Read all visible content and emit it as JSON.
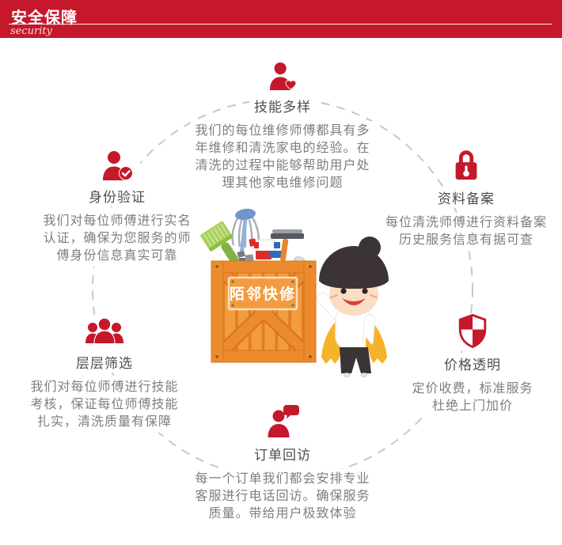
{
  "header": {
    "title": "安全保障",
    "subtitle": "security"
  },
  "features": [
    {
      "icon": "person-heart-icon",
      "title": "技能多样",
      "text": "我们的每位维修师傅都具有多\n年维修和清洗家电的经验。在\n清洗的过程中能够帮助用户处\n理其他家电维修问题"
    },
    {
      "icon": "person-check-icon",
      "title": "身份验证",
      "text": "我们对每位师傅进行实名\n认证，确保为您服务的师\n傅身份信息真实可靠"
    },
    {
      "icon": "lock-icon",
      "title": "资料备案",
      "text": "每位清洗师傅进行资料备案\n历史服务信息有据可查"
    },
    {
      "icon": "people-group-icon",
      "title": "层层筛选",
      "text": "我们对每位师傅进行技能\n考核，保证每位师傅技能\n扎实，清洗质量有保障"
    },
    {
      "icon": "shield-icon",
      "title": "价格透明",
      "text": "定价收费，标准服务\n杜绝上门加价"
    },
    {
      "icon": "person-chat-icon",
      "title": "订单回访",
      "text": "每一个订单我们都会安排专业\n客服进行电话回访。确保服务\n质量。带给用户极致体验"
    }
  ],
  "illustration": {
    "crate_label": "陌邻快修"
  },
  "colors": {
    "accent": "#C5182B",
    "heading_text": "#4D4D4D",
    "body_text": "#7E7E7E",
    "circle_dash": "#C8C8C8",
    "crate_orange": "#EC8A2E",
    "cape_yellow": "#F5B32B"
  }
}
